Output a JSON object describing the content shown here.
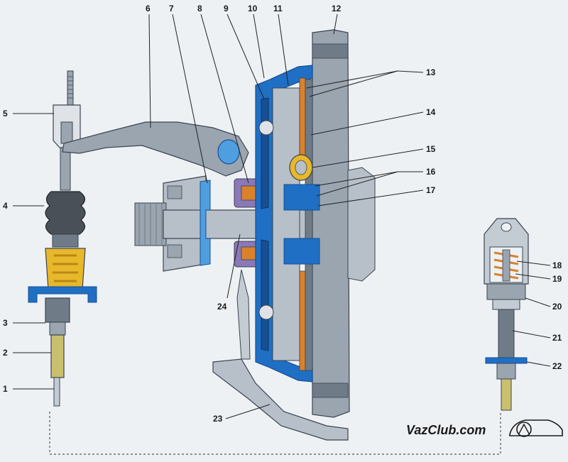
{
  "labels": [
    "1",
    "2",
    "3",
    "4",
    "5",
    "6",
    "7",
    "8",
    "9",
    "10",
    "11",
    "12",
    "13",
    "14",
    "15",
    "16",
    "17",
    "18",
    "19",
    "20",
    "21",
    "22",
    "23",
    "24"
  ],
  "brand": "VazClub.com",
  "colors": {
    "background": "#eef1f4",
    "gray_light": "#c3cbd3",
    "gray_mid": "#9aa5b0",
    "gray_dark": "#6f7b87",
    "blue": "#1f6fc5",
    "blue_dark": "#174f92",
    "yellow": "#e8b82a",
    "orange": "#d9822b",
    "purple": "#8a78b8",
    "outline": "#3a4450"
  },
  "icons": [
    "car-logo-icon"
  ]
}
